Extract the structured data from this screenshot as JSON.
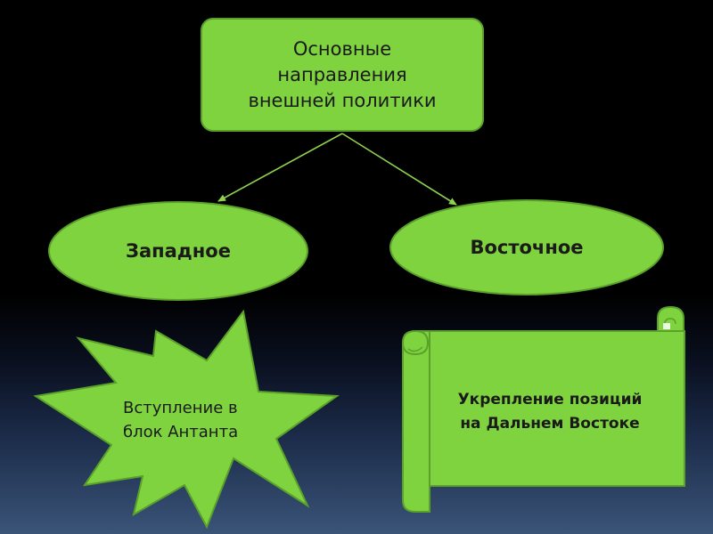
{
  "root": {
    "text": "Основные\nнаправления\nвнешней политики"
  },
  "branches": {
    "west": {
      "text": "Западное"
    },
    "east": {
      "text": "Восточное"
    }
  },
  "details": {
    "west": {
      "text": "Вступление в\nблок Антанта"
    },
    "east": {
      "text": "Укрепление позиций\nна Дальнем Востоке"
    }
  },
  "colors": {
    "fill": "#7ed33f",
    "stroke": "#5aa02a",
    "connector": "#8fd14f",
    "text": "#1a1a1a"
  }
}
